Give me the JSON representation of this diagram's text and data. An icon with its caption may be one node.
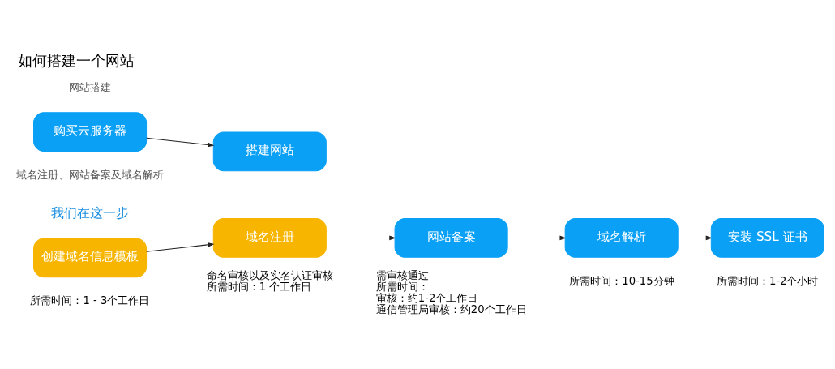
{
  "diagram": {
    "title": "如何搭建一个网站",
    "nodes": [
      {
        "text": [
          "购买云服务器"
        ]
      },
      {
        "text": [
          "搭建网站"
        ]
      },
      {
        "text": [
          "创建域名信息模板"
        ],
        "beside": [
          "所需时间：1 - 3个工作日"
        ]
      },
      {
        "text": [
          "域名注册"
        ],
        "beside": [
          "命名审核以及实名认证审核",
          "所需时间：1 个工作日"
        ]
      },
      {
        "text": [
          "网站备案"
        ],
        "beside": [
          "需审核通过",
          "所需时间：",
          "审核：约1-2个工作日",
          "通信管理局审核：约20个工作日"
        ]
      },
      {
        "text": [
          "域名解析"
        ],
        "beside": [
          "所需时间：10-15分钟"
        ]
      },
      {
        "text": [
          "安装 SSL 证书"
        ],
        "beside": [
          "所需时间：1-2个小时"
        ]
      }
    ],
    "edges": [
      {
        "from": 0,
        "to": 1,
        "arrow": "to"
      },
      {
        "from": 2,
        "to": 3,
        "arrow": "to"
      },
      {
        "from": 3,
        "to": 4,
        "arrow": "to"
      },
      {
        "from": 4,
        "to": 5,
        "arrow": "to"
      },
      {
        "from": 5,
        "to": 6,
        "arrow": "to"
      }
    ],
    "labels": [
      "网站搭建",
      "域名注册、网站备案及域名解析",
      "我们在这一步"
    ]
  }
}
